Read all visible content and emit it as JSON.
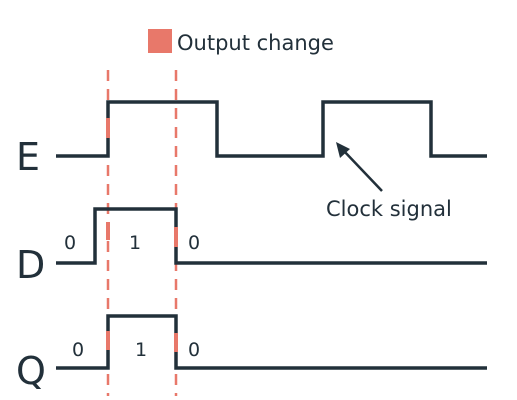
{
  "colors": {
    "signal": "#22303a",
    "change": "#e8786a",
    "background": "#ffffff"
  },
  "legend": {
    "label": "Output change"
  },
  "annotation": {
    "label": "Clock signal"
  },
  "signals": [
    {
      "name": "E",
      "levels": [
        "0",
        "1",
        "0",
        "1",
        "0"
      ]
    },
    {
      "name": "D",
      "values": [
        "0",
        "1",
        "0"
      ]
    },
    {
      "name": "Q",
      "values": [
        "0",
        "1",
        "0"
      ]
    }
  ]
}
